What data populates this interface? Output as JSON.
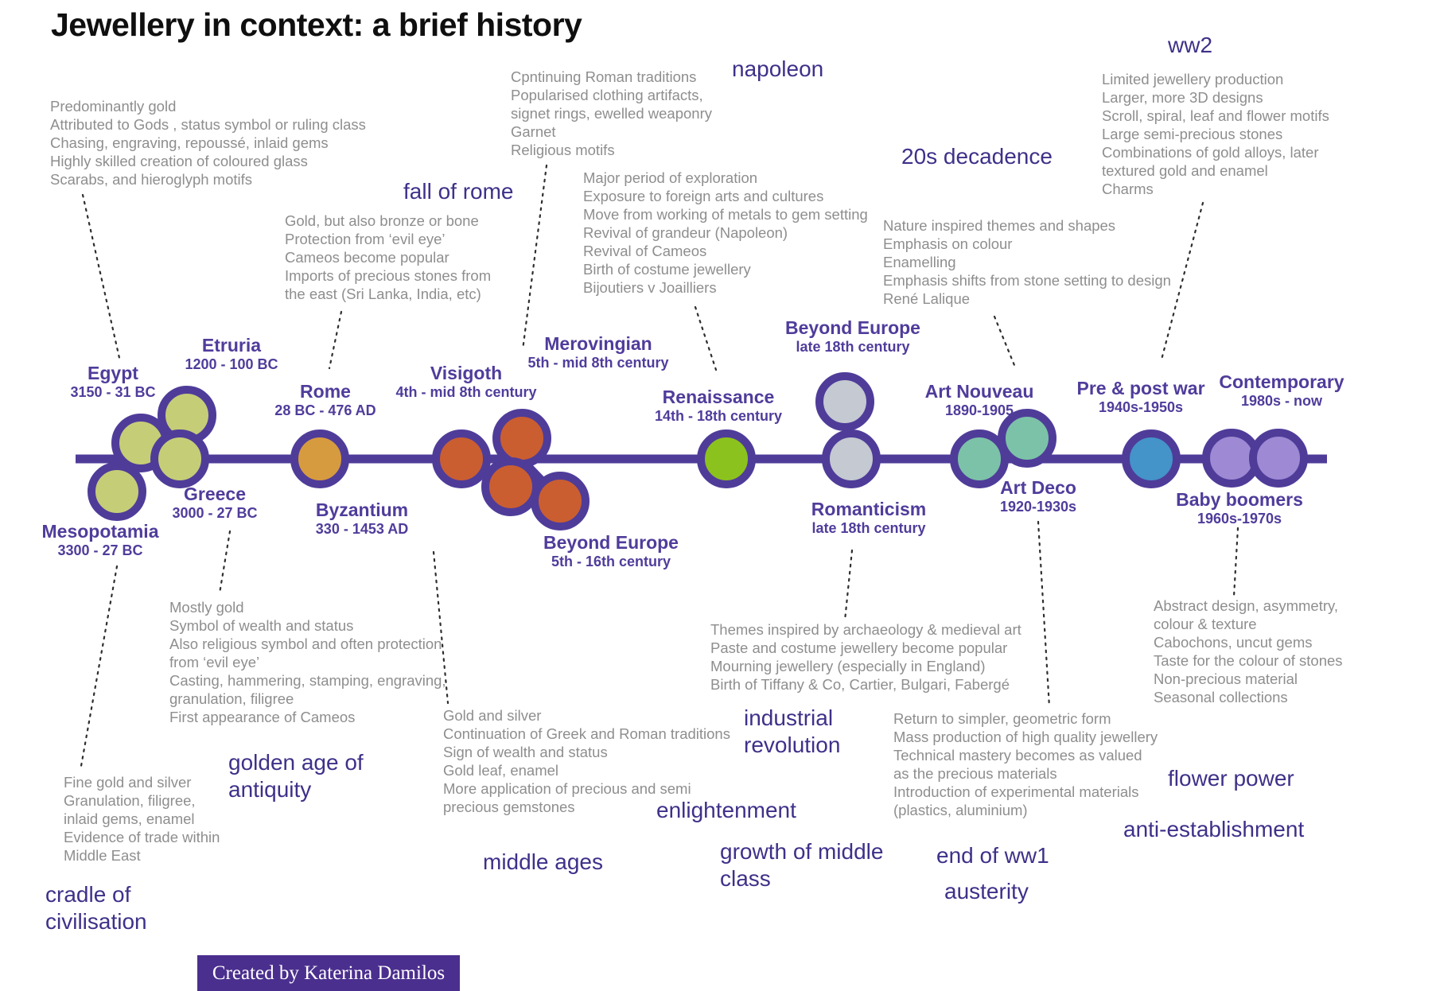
{
  "title": "Jewellery in context: a brief history",
  "colors": {
    "timeline_purple": "#4f3c99",
    "node_label_purple": "#503c9b",
    "theme_label_purple": "#3d3189",
    "annotation_grey": "#8e8e8e",
    "title_black": "#0f0f0f",
    "footer_background": "#4b2f8e",
    "footer_text": "#ffffff",
    "khaki": "#c6cd77",
    "gold": "#d79b3f",
    "terracotta": "#ca5e31",
    "green": "#8cc21d",
    "grey_circle": "#c4c9d2",
    "teal": "#7cc2a8",
    "blue": "#4493c9",
    "lilac": "#9e89d4"
  },
  "nodes": {
    "mesopotamia": {
      "name": "Mesopotamia",
      "date": "3300 - 27 BC",
      "color": "#c6cd77"
    },
    "egypt": {
      "name": "Egypt",
      "date": "3150 - 31 BC",
      "color": "#c6cd77"
    },
    "etruria": {
      "name": "Etruria",
      "date": "1200 - 100 BC",
      "color": "#c6cd77"
    },
    "greece": {
      "name": "Greece",
      "date": "3000 - 27 BC",
      "color": "#c6cd77"
    },
    "rome": {
      "name": "Rome",
      "date": "28 BC - 476 AD",
      "color": "#d79b3f"
    },
    "visigoth": {
      "name": "Visigoth",
      "date": "4th - mid 8th century",
      "color": "#ca5e31"
    },
    "byzantium": {
      "name": "Byzantium",
      "date": "330 - 1453 AD",
      "color": "#ca5e31"
    },
    "merovingian": {
      "name": "Merovingian",
      "date": "5th - mid 8th century",
      "color": "#ca5e31"
    },
    "beyond_europe_medieval": {
      "name": "Beyond Europe",
      "date": "5th - 16th century",
      "color": "#ca5e31"
    },
    "renaissance": {
      "name": "Renaissance",
      "date": "14th - 18th century",
      "color": "#8cc21d"
    },
    "beyond_europe_18th": {
      "name": "Beyond Europe",
      "date": "late 18th century",
      "color": "#c4c9d2"
    },
    "romanticism": {
      "name": "Romanticism",
      "date": "late 18th century",
      "color": "#c4c9d2"
    },
    "art_nouveau": {
      "name": "Art Nouveau",
      "date": "1890-1905",
      "color": "#7cc2a8"
    },
    "art_deco": {
      "name": "Art Deco",
      "date": "1920-1930s",
      "color": "#7cc2a8"
    },
    "pre_post_war": {
      "name": "Pre & post war",
      "date": "1940s-1950s",
      "color": "#4493c9"
    },
    "baby_boomers": {
      "name": "Baby boomers",
      "date": "1960s-1970s",
      "color": "#9e89d4"
    },
    "contemporary": {
      "name": "Contemporary",
      "date": "1980s - now",
      "color": "#9e89d4"
    }
  },
  "annotations": {
    "egypt": "Predominantly gold\nAttributed to Gods , status symbol or ruling class\nChasing, engraving, repoussé, inlaid gems\nHighly skilled creation of coloured glass\nScarabs, and hieroglyph motifs",
    "rome": "Gold, but also bronze or bone\nProtection from ‘evil eye’\nCameos become popular\nImports of precious stones from\nthe east (Sri Lanka, India, etc)",
    "merovingian": "Cpntinuing Roman traditions\nPopularised clothing artifacts,\nsignet rings, ewelled weaponry\nGarnet\nReligious motifs",
    "renaissance": "Major period of exploration\nExposure to foreign arts and cultures\nMove from working of metals to gem setting\nRevival of grandeur (Napoleon)\nRevival of Cameos\nBirth of costume jewellery\nBijoutiers v Joailliers",
    "art_nouveau": "Nature inspired themes and shapes\nEmphasis on colour\nEnamelling\nEmphasis shifts from stone setting to design\nRené Lalique",
    "ww2": "Limited jewellery production\nLarger, more 3D designs\nScroll, spiral, leaf and flower motifs\nLarge semi-precious stones\nCombinations of gold alloys, later\ntextured gold and enamel\nCharms",
    "greece": "Mostly gold\nSymbol of wealth and status\nAlso religious symbol and often protection\nfrom ‘evil eye’\nCasting, hammering, stamping, engraving,\ngranulation, filigree\nFirst appearance of Cameos",
    "mesopotamia": "Fine gold and silver\nGranulation, filigree,\ninlaid gems, enamel\nEvidence of trade within\nMiddle East",
    "byzantium": "Gold and silver\nContinuation of Greek and Roman traditions\nSign of wealth and status\nGold leaf, enamel\nMore application of precious and semi\nprecious gemstones",
    "romanticism": "Themes inspired by archaeology & medieval art\nPaste and costume jewellery become popular\nMourning jewellery (especially in England)\nBirth of Tiffany & Co, Cartier, Bulgari, Fabergé",
    "art_deco": "Return to simpler, geometric form\nMass production of high quality jewellery\nTechnical mastery becomes as valued\nas the precious materials\nIntroduction of experimental materials\n(plastics, aluminium)",
    "baby_boomers": "Abstract design, asymmetry,\ncolour & texture\nCabochons, uncut gems\nTaste for the colour of stones\nNon-precious material\nSeasonal collections"
  },
  "themes": {
    "napoleon": "napoleon",
    "fall_of_rome": "fall of rome",
    "twenties_decadence": "20s decadence",
    "ww2": "ww2",
    "cradle_of_civilisation": "cradle of\ncivilisation",
    "golden_age_of_antiquity": "golden age of\nantiquity",
    "middle_ages": "middle ages",
    "enlightenment": "enlightenment",
    "growth_of_middle_class": "growth of middle\nclass",
    "industrial_revolution": "industrial\nrevolution",
    "end_of_ww1": "end of ww1",
    "austerity": "austerity",
    "flower_power": "flower power",
    "anti_establishment": "anti-establishment"
  },
  "footer": {
    "credit": "Created by Katerina Damilos"
  }
}
